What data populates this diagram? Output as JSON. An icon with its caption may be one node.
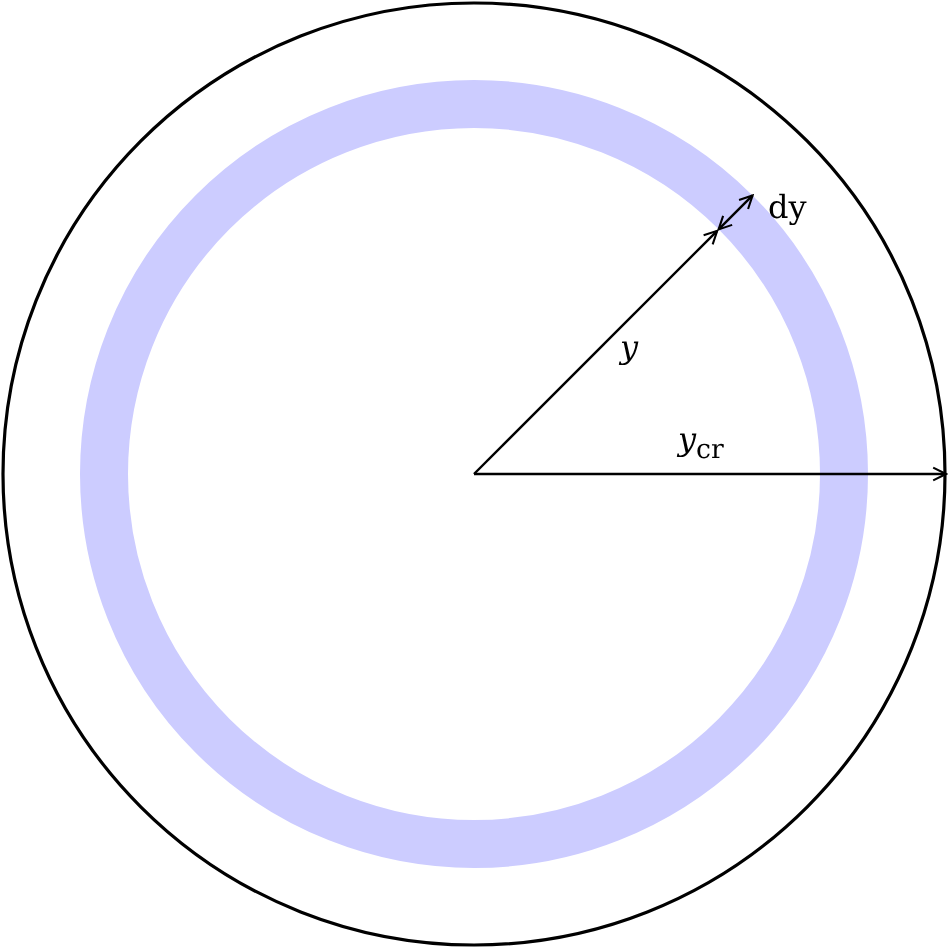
{
  "diagram": {
    "labels": [
      "dy",
      "*y*",
      "*y*$_{cr}$"
    ]
  }
}
